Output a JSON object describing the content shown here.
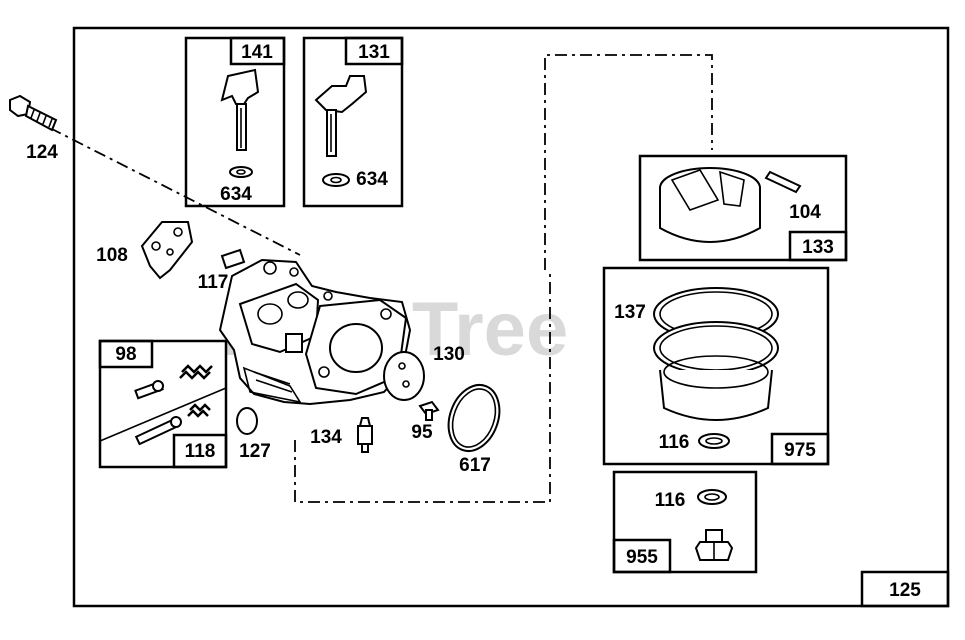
{
  "watermark": "PartsTree",
  "frame": {
    "label": "125"
  },
  "boxes": {
    "b141": "141",
    "b131": "131",
    "b133": "133",
    "b975": "975",
    "b955": "955",
    "b98": "98",
    "b118": "118"
  },
  "labels": {
    "l124": "124",
    "l634a": "634",
    "l634b": "634",
    "l108": "108",
    "l117": "117",
    "l127": "127",
    "l134": "134",
    "l95": "95",
    "l130": "130",
    "l617": "617",
    "l104": "104",
    "l137": "137",
    "l116a": "116",
    "l116b": "116"
  },
  "colors": {
    "ink": "#000000",
    "paper": "#ffffff",
    "watermark": "#d9d9d9"
  }
}
